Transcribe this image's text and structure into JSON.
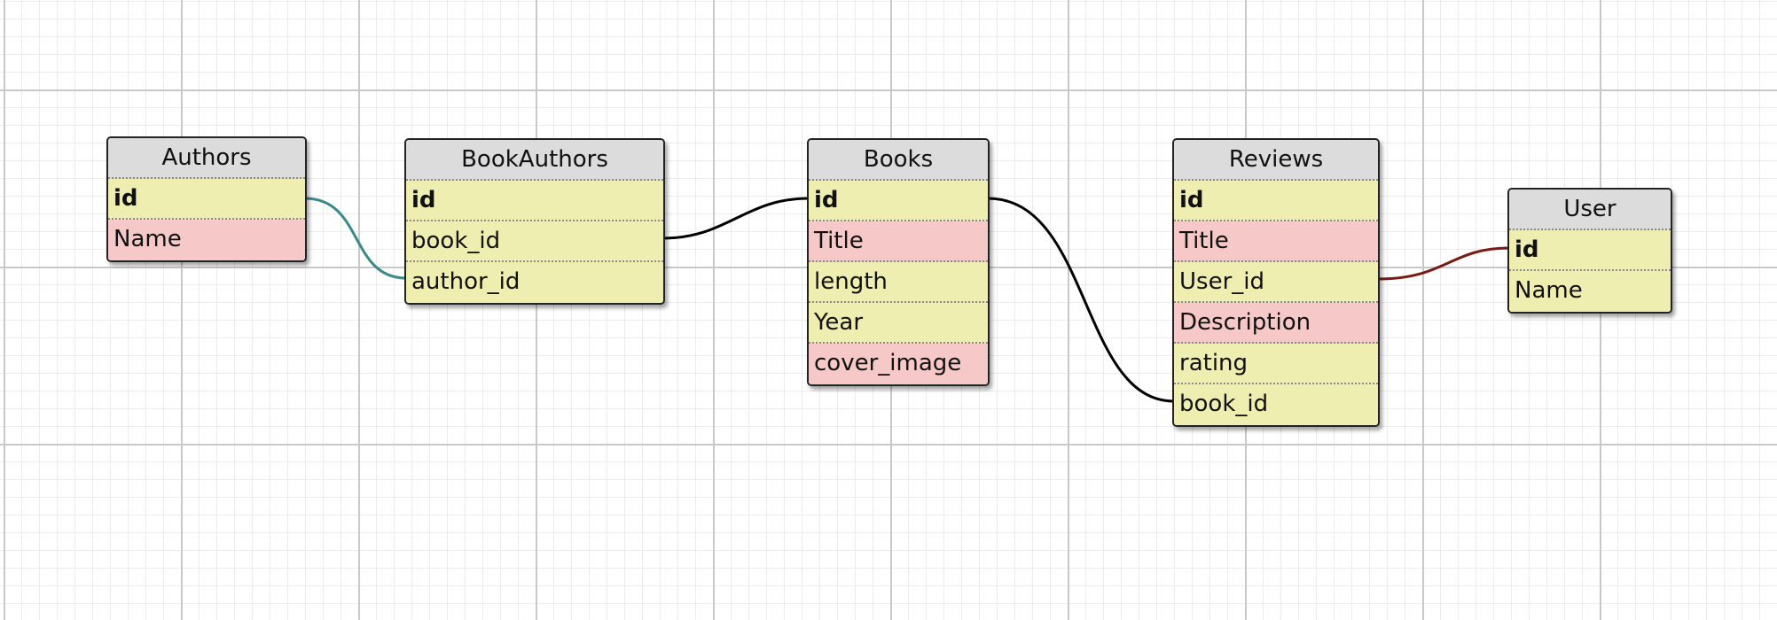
{
  "tables": {
    "authors": {
      "title": "Authors",
      "fields": [
        {
          "label": "id",
          "primary": true,
          "color": "#eeeeb0"
        },
        {
          "label": "Name",
          "primary": false,
          "color": "#f7c8c8"
        }
      ]
    },
    "bookauthors": {
      "title": "BookAuthors",
      "fields": [
        {
          "label": "id",
          "primary": true,
          "color": "#eeeeb0"
        },
        {
          "label": "book_id",
          "primary": false,
          "color": "#eeeeb0"
        },
        {
          "label": "author_id",
          "primary": false,
          "color": "#eeeeb0"
        }
      ]
    },
    "books": {
      "title": "Books",
      "fields": [
        {
          "label": "id",
          "primary": true,
          "color": "#eeeeb0"
        },
        {
          "label": "Title",
          "primary": false,
          "color": "#f7c8c8"
        },
        {
          "label": "length",
          "primary": false,
          "color": "#eeeeb0"
        },
        {
          "label": "Year",
          "primary": false,
          "color": "#eeeeb0"
        },
        {
          "label": "cover_image",
          "primary": false,
          "color": "#f7c8c8"
        }
      ]
    },
    "reviews": {
      "title": "Reviews",
      "fields": [
        {
          "label": "id",
          "primary": true,
          "color": "#eeeeb0"
        },
        {
          "label": "Title",
          "primary": false,
          "color": "#f7c8c8"
        },
        {
          "label": "User_id",
          "primary": false,
          "color": "#eeeeb0"
        },
        {
          "label": "Description",
          "primary": false,
          "color": "#f7c8c8"
        },
        {
          "label": "rating",
          "primary": false,
          "color": "#eeeeb0"
        },
        {
          "label": "book_id",
          "primary": false,
          "color": "#eeeeb0"
        }
      ]
    },
    "user": {
      "title": "User",
      "fields": [
        {
          "label": "id",
          "primary": true,
          "color": "#eeeeb0"
        },
        {
          "label": "Name",
          "primary": false,
          "color": "#eeeeb0"
        }
      ]
    }
  },
  "relationships": [
    {
      "from": "authors.id",
      "to": "bookauthors.author_id",
      "color": "#3b8a8a"
    },
    {
      "from": "bookauthors.book_id",
      "to": "books.id",
      "color": "#000000"
    },
    {
      "from": "books.id",
      "to": "reviews.book_id",
      "color": "#000000"
    },
    {
      "from": "reviews.User_id",
      "to": "user.id",
      "color": "#7a1a14"
    }
  ]
}
